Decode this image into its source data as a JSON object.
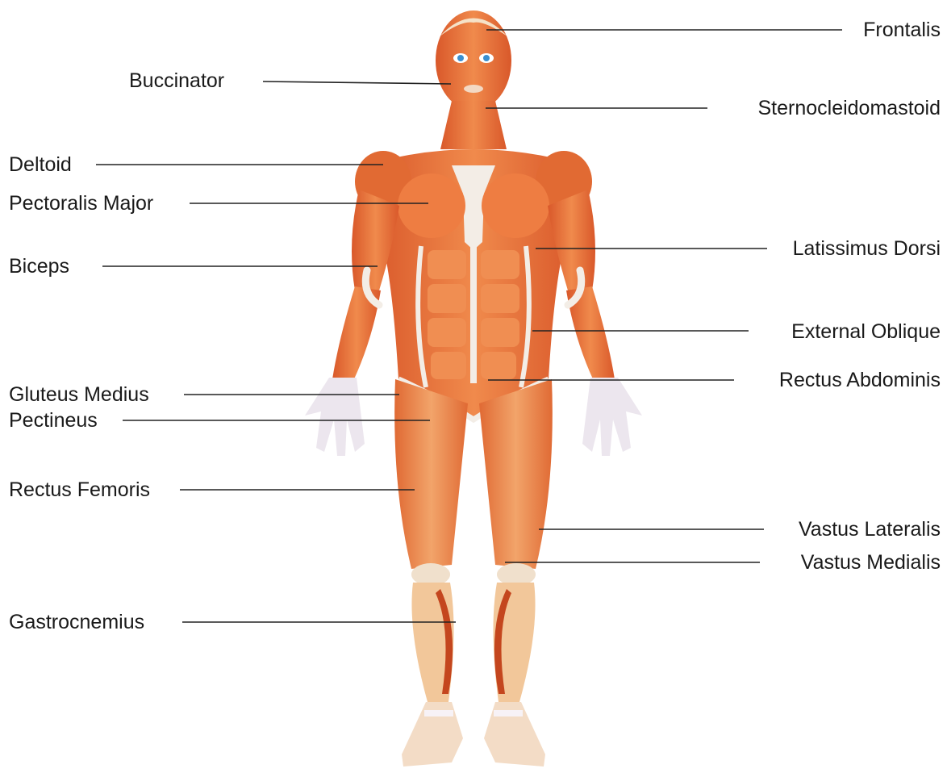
{
  "labels_left": [
    {
      "key": "buccinator",
      "text": "Buccinator"
    },
    {
      "key": "deltoid",
      "text": "Deltoid"
    },
    {
      "key": "pectoralis_major",
      "text": "Pectoralis Major"
    },
    {
      "key": "biceps",
      "text": "Biceps"
    },
    {
      "key": "gluteus_medius",
      "text": "Gluteus Medius"
    },
    {
      "key": "pectineus",
      "text": "Pectineus"
    },
    {
      "key": "rectus_femoris",
      "text": "Rectus Femoris"
    },
    {
      "key": "gastrocnemius",
      "text": "Gastrocnemius"
    }
  ],
  "labels_right": [
    {
      "key": "frontalis",
      "text": "Frontalis"
    },
    {
      "key": "sternocleidomastoid",
      "text": "Sternocleidomastoid"
    },
    {
      "key": "latissimus_dorsi",
      "text": "Latissimus Dorsi"
    },
    {
      "key": "external_oblique",
      "text": "External Oblique"
    },
    {
      "key": "rectus_abdominis",
      "text": "Rectus Abdominis"
    },
    {
      "key": "vastus_lateralis",
      "text": "Vastus Lateralis"
    },
    {
      "key": "vastus_medialis",
      "text": "Vastus Medialis"
    }
  ],
  "colors": {
    "muscle": "#e8743a",
    "muscle_dark": "#c4461e",
    "muscle_light": "#f4a06a",
    "tendon": "#f3ede6",
    "leader_line": "#222222",
    "text": "#1a1a1a"
  }
}
